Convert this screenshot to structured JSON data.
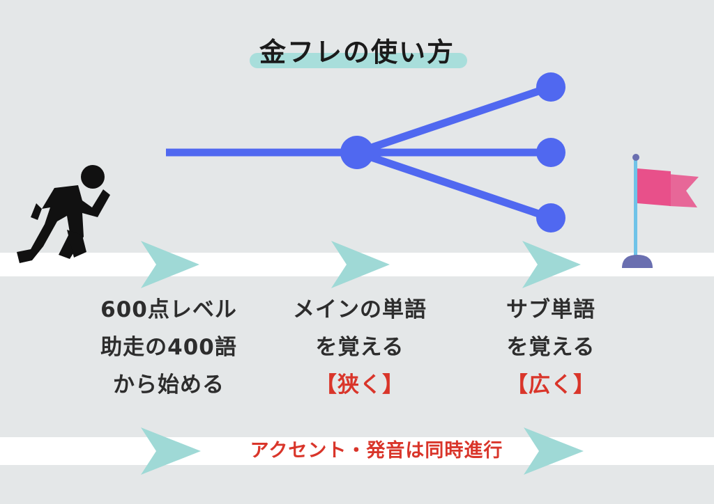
{
  "title": "金フレの使い方",
  "colors": {
    "background": "#e4e7e8",
    "track": "#ffffff",
    "arrow": "#9fd9d6",
    "title_highlight": "#a8dedb",
    "branch": "#5068f0",
    "flag": "#e8508a",
    "flag_pole": "#6fc3e8",
    "flag_base": "#6a6fb0",
    "emphasis": "#d9352a",
    "runner": "#111111"
  },
  "icons": {
    "runner": "runner-icon",
    "goal": "goal-flag-icon"
  },
  "steps": [
    {
      "lines": [
        "600点レベル",
        "助走の400語",
        "から始める"
      ],
      "emphasis": ""
    },
    {
      "lines": [
        "メインの単語",
        "を覚える"
      ],
      "emphasis": "【狭く】"
    },
    {
      "lines": [
        "サブ単語",
        "を覚える"
      ],
      "emphasis": "【広く】"
    }
  ],
  "bottom_note": "アクセント・発音は同時進行"
}
